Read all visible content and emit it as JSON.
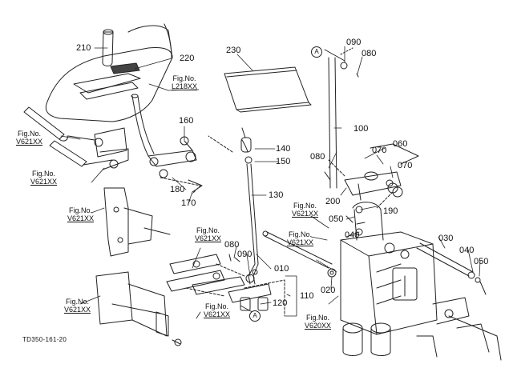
{
  "parts": {
    "p210": "210",
    "p220": "220",
    "p230": "230",
    "p090a": "090",
    "p080a": "080",
    "p160": "160",
    "p140": "140",
    "p150": "150",
    "p100": "100",
    "p060": "060",
    "p080b": "080",
    "p070a": "070",
    "p070b": "070",
    "p180": "180",
    "p170": "170",
    "p130": "130",
    "p200": "200",
    "p190": "190",
    "p050a": "050",
    "p040a": "040",
    "p080c": "080",
    "p090b": "090",
    "p010": "010",
    "p030": "030",
    "p040b": "040",
    "p050b": "050",
    "p020": "020",
    "p110": "110",
    "p120": "120"
  },
  "refs": {
    "r1": {
      "fig": "Fig.No.",
      "code": "L218XX"
    },
    "r2": {
      "fig": "Fig.No.",
      "code": "V621XX"
    },
    "r3": {
      "fig": "Fig.No.",
      "code": "V621XX"
    },
    "r4": {
      "fig": "Fig.No.",
      "code": "V621XX"
    },
    "r5": {
      "fig": "Fig.No.",
      "code": "V621XX"
    },
    "r6": {
      "fig": "Fig.No.",
      "code": "V621XX"
    },
    "r7": {
      "fig": "Fig.No.",
      "code": "V621XX"
    },
    "r8": {
      "fig": "Fig.No.",
      "code": "V621XX"
    },
    "r9": {
      "fig": "Fig.No.",
      "code": "V621XX"
    },
    "r10": {
      "fig": "Fig.No.",
      "code": "V620XX"
    }
  },
  "markers": {
    "top": "A",
    "bottom": "A"
  },
  "drawing_code": "TD350-161-20"
}
